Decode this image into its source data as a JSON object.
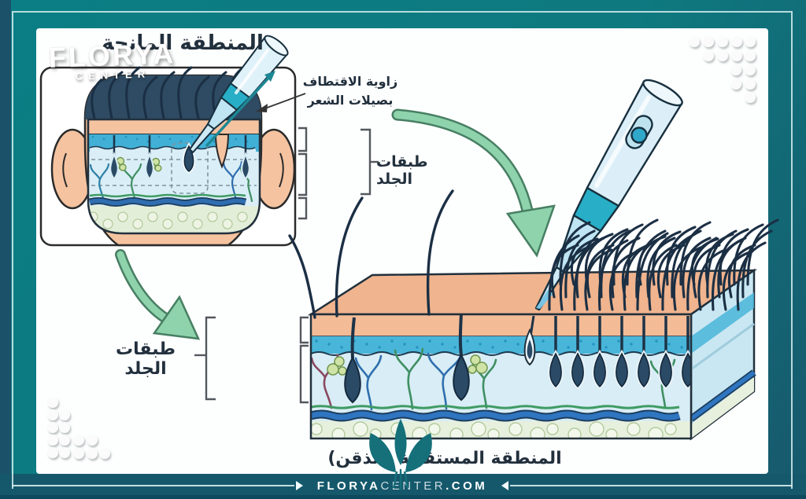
{
  "watermark": {
    "brand": "FLORYA",
    "sub": "CENTER"
  },
  "labels": {
    "donor_area_title": "المنطقة المانحة",
    "extraction_angle_line1": "زاوية الاقتطاف",
    "extraction_angle_line2": "بصيلات الشعر",
    "skin_layers_inset": "طبقات الجلد",
    "skin_layers_block": "طبقات الجلد",
    "recipient_area_title": "المنطقة المستقبلة (الذقن)"
  },
  "footer": {
    "site_prefix": "FLORYA",
    "site_mid": "CENTER",
    "site_suffix": ".COM"
  },
  "colors": {
    "frame_teal": "#0e7a80",
    "frame_dark": "#17586c",
    "accent_line": "#d5eeee",
    "text_dark": "#22303d",
    "arrow_green": "#8fd3ac",
    "skin_peach": "#f3bb96",
    "epidermis_blue": "#49b5d9",
    "dermis_blue": "#d8edf5",
    "fat_green": "#e7f0dd",
    "follicle_navy": "#2a4a66",
    "vessel_blue": "#2f75c0",
    "tool_teal": "#28aec6",
    "logo_teal": "#15707a"
  }
}
